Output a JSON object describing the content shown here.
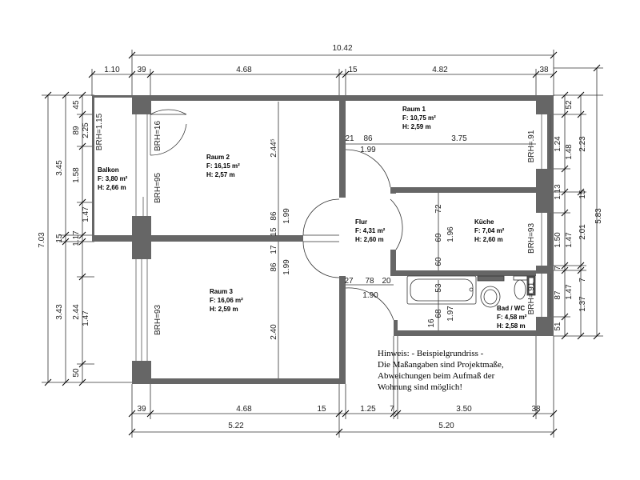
{
  "dims": {
    "top_overall": "10.42",
    "top": [
      "1.10",
      "39",
      "4.68",
      "15",
      "4.82",
      "38"
    ],
    "bottom": [
      "39",
      "4.68",
      "15",
      "1.25",
      "7",
      "3.50",
      "38"
    ],
    "bottom_overall": [
      "5.22",
      "5.20"
    ],
    "left_overall": "7.03",
    "left_mid": [
      "3.45",
      "15",
      "3.43"
    ],
    "left_inner": [
      "45",
      "89",
      "1.58",
      "1.17",
      "2.44",
      "50"
    ],
    "left_inner2": [
      "2.25",
      "1.47",
      "1.47"
    ],
    "right_outer": "5.83",
    "right_mid": [
      "2.23",
      "15",
      "2.01",
      "7",
      "1.37"
    ],
    "right_inner": [
      "52",
      "1.48",
      "1.47",
      "1.47"
    ],
    "right_inner2": [
      "1.24",
      "1.13",
      "1.50",
      "7",
      "87",
      "51"
    ],
    "interior": {
      "r2_height": "2.44⁵",
      "r2_86": "86",
      "r2_199": "1.99",
      "r3_86": "86",
      "r3_199": "1.99",
      "r3_240": "2.40",
      "c15": "15",
      "c17": "17",
      "r1_21": "21",
      "r1_86": "86",
      "r1_375": "3.75",
      "r1_199": "1.99",
      "k_72": "72",
      "k_196": "1.96",
      "k_69": "69",
      "k_60": "60",
      "b_27": "27",
      "b_78": "78",
      "b_20": "20",
      "b_190": "1.90",
      "b_53": "53",
      "b_16": "16",
      "b_68": "68",
      "b_197": "1.97"
    },
    "brh": {
      "balkon": "BRH=1.15",
      "raum2_small": "BRH=16",
      "raum2": "BRH=95",
      "raum3": "BRH=93",
      "raum1": "BRH=.91",
      "kueche": "BRH=93",
      "bad": "BRH=.91"
    }
  },
  "rooms": [
    {
      "name": "Balkon",
      "area": "F: 3,80 m²",
      "height": "H: 2,66 m"
    },
    {
      "name": "Raum 2",
      "area": "F: 16,15 m²",
      "height": "H: 2,57 m"
    },
    {
      "name": "Raum 1",
      "area": "F: 10,75 m²",
      "height": "H: 2,59 m"
    },
    {
      "name": "Flur",
      "area": "F: 4,31 m²",
      "height": "H: 2,60 m"
    },
    {
      "name": "Küche",
      "area": "F: 7,04 m²",
      "height": "H: 2,60 m"
    },
    {
      "name": "Raum 3",
      "area": "F: 16,06 m²",
      "height": "H: 2,59 m"
    },
    {
      "name": "Bad / WC",
      "area": "F: 4,58 m²",
      "height": "H: 2,58 m"
    }
  ],
  "note": [
    "Hinweis: - Beispielgrundriss -",
    "Die Maßangaben sind Projektmaße,",
    "Abweichungen beim Aufmaß der",
    "Wohnung sind möglich!"
  ]
}
